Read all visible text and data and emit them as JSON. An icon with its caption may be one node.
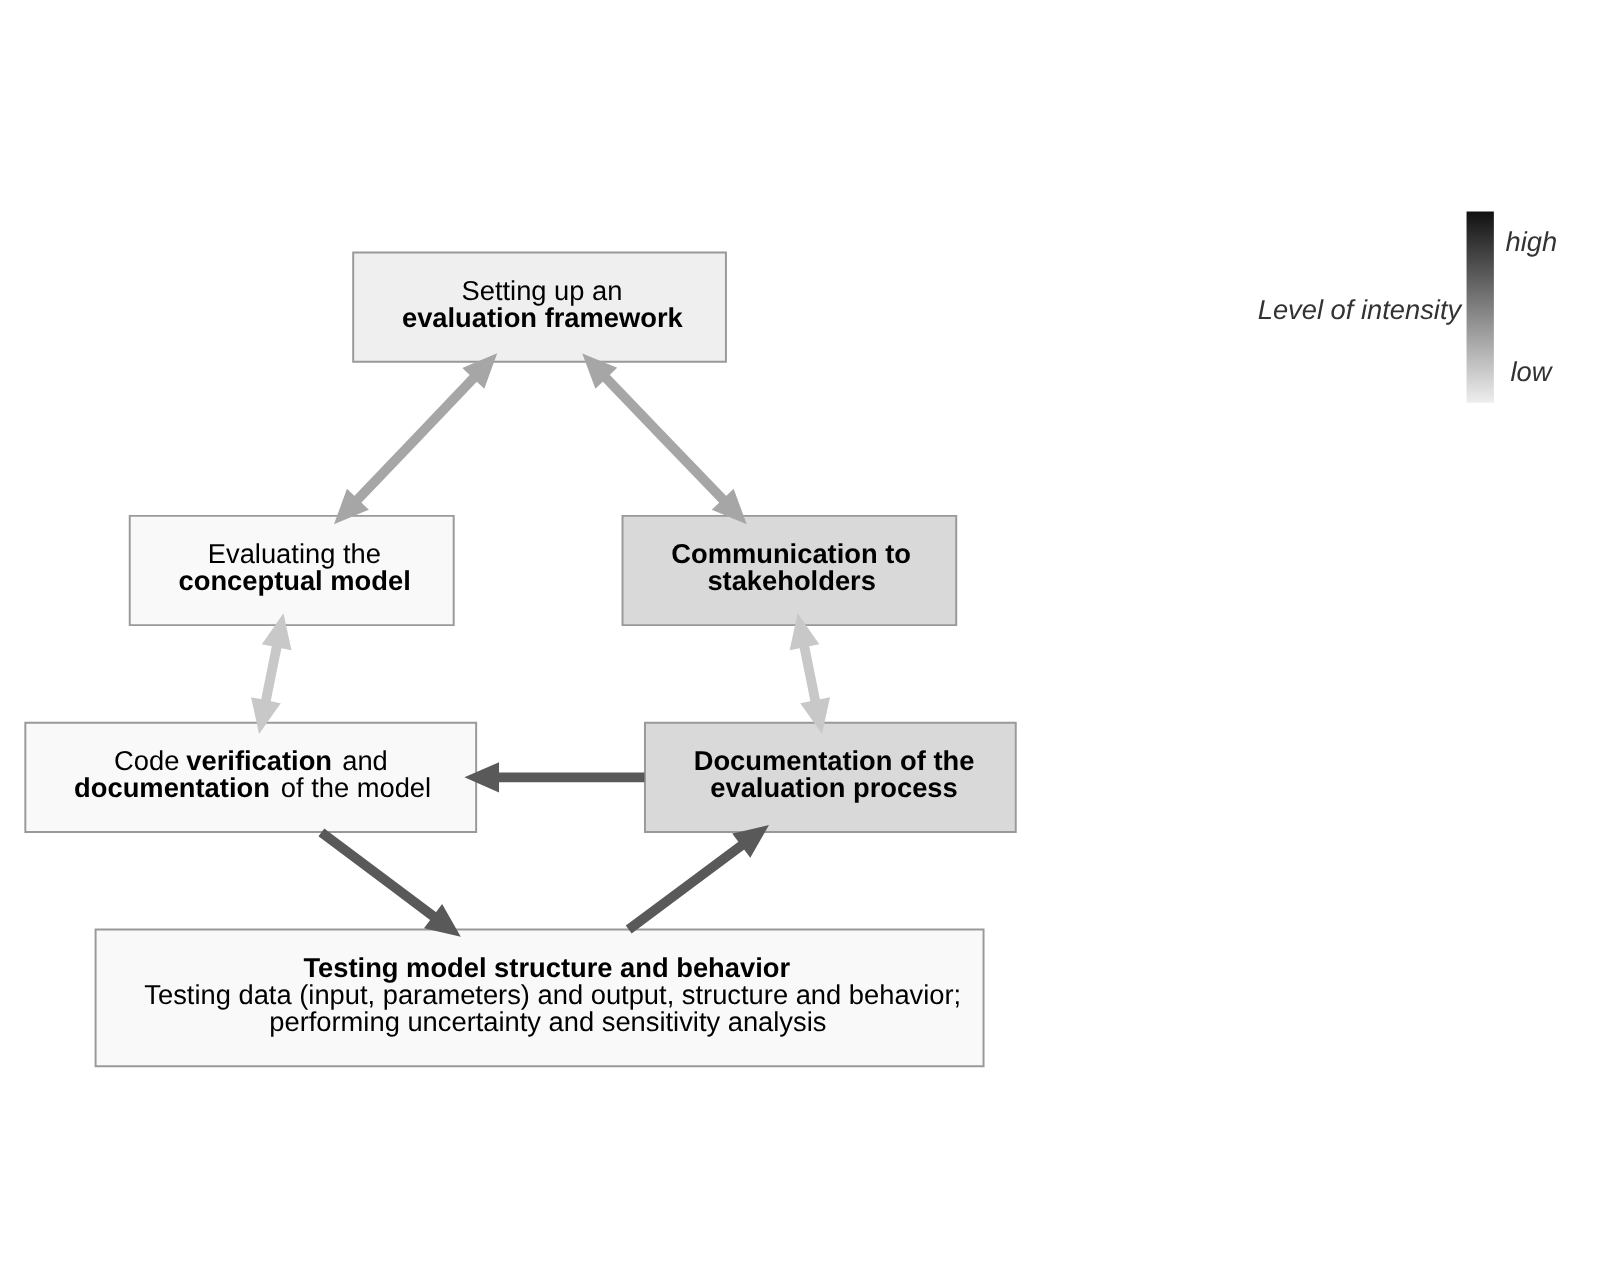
{
  "diagram": {
    "nodes": [
      {
        "text": [
          "Setting up an **evaluation framework**"
        ]
      },
      {
        "text": [
          "Evaluating the **conceptual model**"
        ]
      },
      {
        "text": [
          "Communication to stakeholders"
        ]
      },
      {
        "text": [
          "Code **verification** and **documentation** of the model"
        ]
      },
      {
        "text": [
          "Documentation of the evaluation process"
        ]
      },
      {
        "text": [
          "Testing model structure and behavior",
          "Testing data (input, parameters) and output, structure and behavior; performing uncertainty and sensitivity analysis"
        ]
      }
    ],
    "edges": [
      {
        "from": 0,
        "to": 1,
        "arrow": "both",
        "color": "#a6a6a6"
      },
      {
        "from": 0,
        "to": 2,
        "arrow": "both",
        "color": "#a6a6a6"
      },
      {
        "from": 1,
        "to": 3,
        "arrow": "both",
        "color": "#c8c8c8"
      },
      {
        "from": 2,
        "to": 4,
        "arrow": "both",
        "color": "#c8c8c8"
      },
      {
        "from": 4,
        "to": 3,
        "arrow": "to"
      },
      {
        "from": 3,
        "to": 5,
        "arrow": "to"
      },
      {
        "from": 5,
        "to": 4,
        "arrow": "to"
      }
    ],
    "labels": [
      "high",
      "Level of intensity",
      "low"
    ]
  }
}
